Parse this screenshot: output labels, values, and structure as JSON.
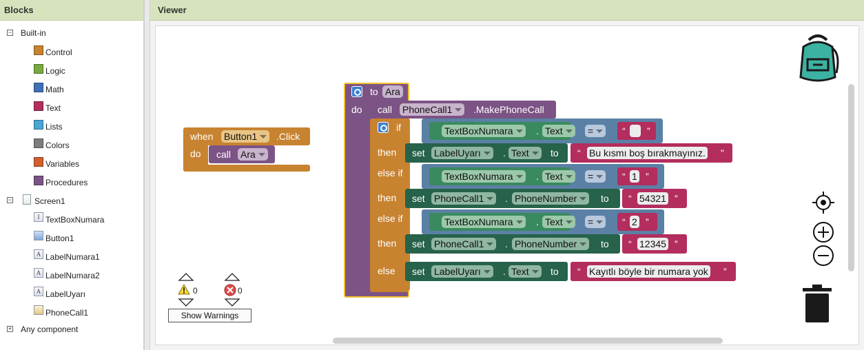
{
  "panels": {
    "blocks_title": "Blocks",
    "viewer_title": "Viewer"
  },
  "tree": {
    "builtin_label": "Built-in",
    "builtin_items": [
      {
        "label": "Control",
        "color": "#c88330"
      },
      {
        "label": "Logic",
        "color": "#77ab41"
      },
      {
        "label": "Math",
        "color": "#3f71b5"
      },
      {
        "label": "Text",
        "color": "#b32d5e"
      },
      {
        "label": "Lists",
        "color": "#49a6d4"
      },
      {
        "label": "Colors",
        "color": "#7d7d7d"
      },
      {
        "label": "Variables",
        "color": "#d05f2d"
      },
      {
        "label": "Procedures",
        "color": "#7c5385"
      }
    ],
    "screen_label": "Screen1",
    "components": [
      {
        "label": "TextBoxNumara",
        "icon": "textbox-icon"
      },
      {
        "label": "Button1",
        "icon": "button-icon"
      },
      {
        "label": "LabelNumara1",
        "icon": "label-icon"
      },
      {
        "label": "LabelNumara2",
        "icon": "label-icon"
      },
      {
        "label": "LabelUyarı",
        "icon": "label-icon"
      },
      {
        "label": "PhoneCall1",
        "icon": "phone-icon"
      }
    ],
    "any_component_label": "Any component"
  },
  "event_block": {
    "when": "when",
    "component": "Button1",
    "event": ".Click",
    "do": "do",
    "call": "call",
    "procedure": "Ara"
  },
  "proc_block": {
    "to": "to",
    "name": "Ara",
    "do": "do",
    "call": "call",
    "phonecall": "PhoneCall1",
    "method": ".MakePhoneCall",
    "if": "if",
    "then": "then",
    "else_if": "else if",
    "else": "else",
    "set": "set",
    "to_kw": "to",
    "dot": ".",
    "eq": "=",
    "textbox": "TextBoxNumara",
    "text_prop": "Text",
    "label": "LabelUyarı",
    "phone_prop": "PhoneNumber",
    "cond1_value": "",
    "cond2_value": "1",
    "cond3_value": "2",
    "msg_empty": "Bu kısmı boş bırakmayınız.",
    "num1": "54321",
    "num2": "12345",
    "msg_none": "Kayıtlı böyle bir numara yok",
    "q_open": "“",
    "q_close": "”"
  },
  "warnings": {
    "warn_count": "0",
    "error_count": "0",
    "button_label": "Show Warnings"
  },
  "colors": {
    "procedure": "#7c5385",
    "control": "#c88330",
    "logic": "#5b80a5",
    "textbox": "#3a8a5f",
    "setter": "#27624a",
    "text": "#b32d5e",
    "selected": "#f2c12e"
  }
}
